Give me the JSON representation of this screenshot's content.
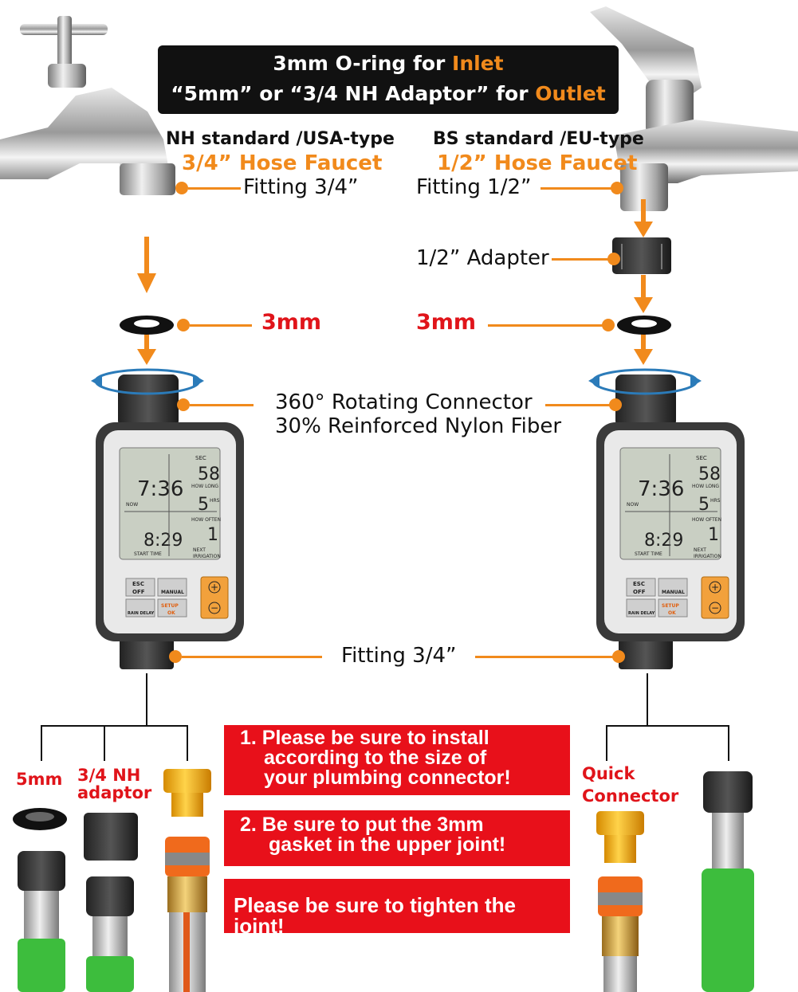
{
  "banner": {
    "line1_prefix": "3mm O-ring for ",
    "line1_hl": "Inlet",
    "line2_prefix": "“5mm” or  “3/4 NH Adaptor” for ",
    "line2_hl": "Outlet"
  },
  "left": {
    "standard": "NH standard /USA-type",
    "faucet": "3/4” Hose Faucet",
    "fitting": "Fitting 3/4”",
    "gasket": "3mm"
  },
  "right": {
    "standard": "BS standard /EU-type",
    "faucet": "1/2” Hose Faucet",
    "fitting": "Fitting 1/2”",
    "adapter": "1/2” Adapter",
    "gasket": "3mm"
  },
  "connector": {
    "line1": "360° Rotating Connector",
    "line2": "30% Reinforced Nylon Fiber"
  },
  "outlet_fitting": "Fitting 3/4”",
  "display": {
    "sec_label": "SEC",
    "sec_value": "58",
    "time": "7:36",
    "how_long": "HOW LONG",
    "now": "NOW",
    "hrs1_value": "5",
    "hrs_label": "HRS",
    "how_often": "HOW OFTEN",
    "start_time_value": "8:29",
    "start_time_label": "START TIME",
    "next_value": "1",
    "next_label1": "NEXT",
    "next_label2": "IRRIGATION"
  },
  "buttons": {
    "esc_top": "ESC",
    "off": "OFF",
    "manual": "MANUAL",
    "rain_delay": "RAIN DELAY",
    "setup": "SETUP",
    "ok": "OK",
    "plus": "+",
    "minus": "−"
  },
  "options_left": {
    "five_mm": "5mm",
    "nh_line1": "3/4 NH",
    "nh_line2": "adaptor"
  },
  "options_right": {
    "quick_line1": "Quick",
    "quick_line2": "Connector"
  },
  "notes": {
    "note1_line1": "1. Please be sure to install",
    "note1_line2": "according to the size of",
    "note1_line3": "your plumbing connector!",
    "note2_line1": "2. Be sure to put the 3mm",
    "note2_line2": "gasket in the upper joint!",
    "note3": "Please be sure to tighten the joint!"
  },
  "colors": {
    "accent": "#f18a1c",
    "warning_red": "#e8101a",
    "banner_bg": "#111111",
    "lcd": "#c9cfc3",
    "hose_green": "#3dbd3d"
  }
}
